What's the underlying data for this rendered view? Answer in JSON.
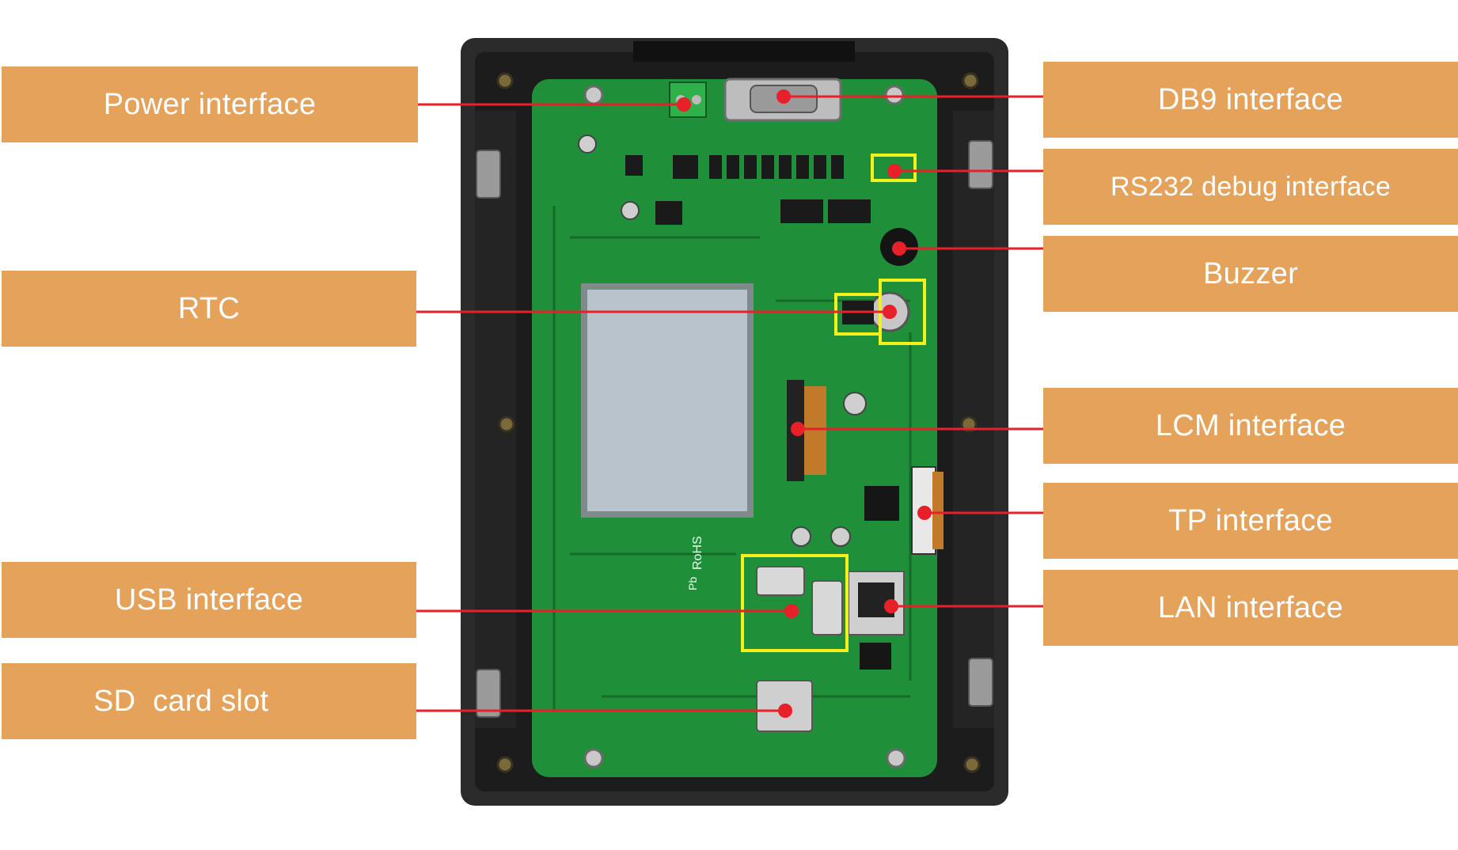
{
  "colors": {
    "label_fill": "#e4a25b",
    "label_text": "#ffffff",
    "leader_line": "#e8202a",
    "marker": "#e8202a",
    "highlight_box": "#f3f01c",
    "pcb": "#1f8f3a",
    "pcb_dark": "#166b2b",
    "enclosure": "#2a2a2a",
    "screen": "#b9c3cc"
  },
  "labels": {
    "power": "Power interface",
    "rtc": "RTC",
    "usb": "USB interface",
    "sd": "SD  card slot",
    "db9": "DB9 interface",
    "rs232": "RS232 debug interface",
    "buzzer": "Buzzer",
    "lcm": "LCM interface",
    "tp": "TP interface",
    "lan": "LAN interface"
  },
  "silkscreen": {
    "rohs": "RoHS",
    "pb": "Pb"
  }
}
